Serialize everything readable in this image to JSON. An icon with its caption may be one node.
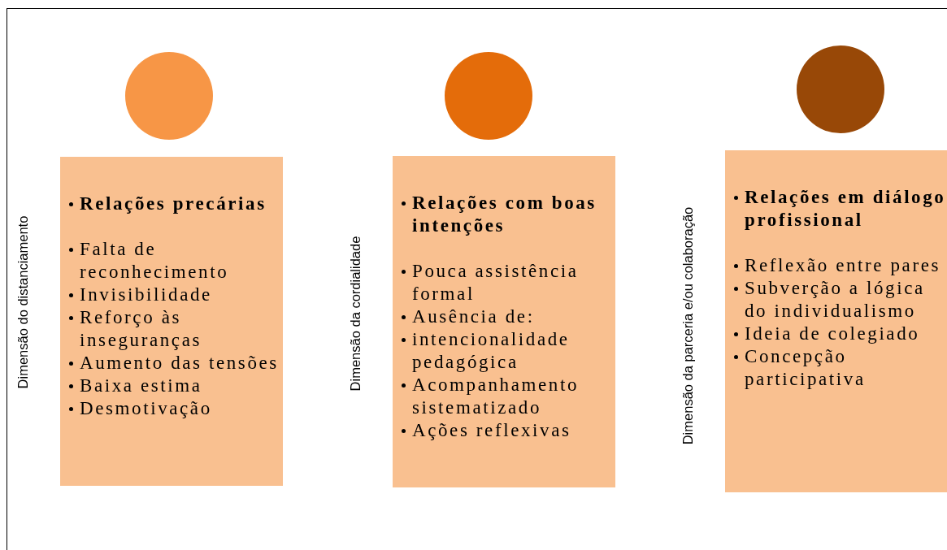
{
  "diagram": {
    "nodes": [
      {
        "text": [],
        "shape": "circle"
      },
      {
        "text": [
          "Relações precárias",
          "Falta de reconhecimento",
          "Invisibilidade",
          "Reforço às inseguranças",
          "Aumento das tensões",
          "Baixa estima",
          "Desmotivação"
        ],
        "beside": [
          "Dimensão do distanciamento"
        ]
      },
      {
        "text": [],
        "shape": "circle"
      },
      {
        "text": [
          "Relações com boas intenções",
          "Pouca assistência formal",
          "Ausência de:",
          "intencionalidade pedagógica",
          "Acompanhamento sistematizado",
          "Ações reflexivas"
        ],
        "beside": [
          "Dimensão da cordialidade"
        ]
      },
      {
        "text": [],
        "shape": "circle"
      },
      {
        "text": [
          "Relações em diálogo profissional",
          "Reflexão entre pares",
          "Subverção a lógica do individualismo",
          "Ideia de colegiado",
          "Concepção participativa"
        ],
        "beside": [
          "Dimensão da parceria e/ou colaboração"
        ]
      }
    ]
  }
}
